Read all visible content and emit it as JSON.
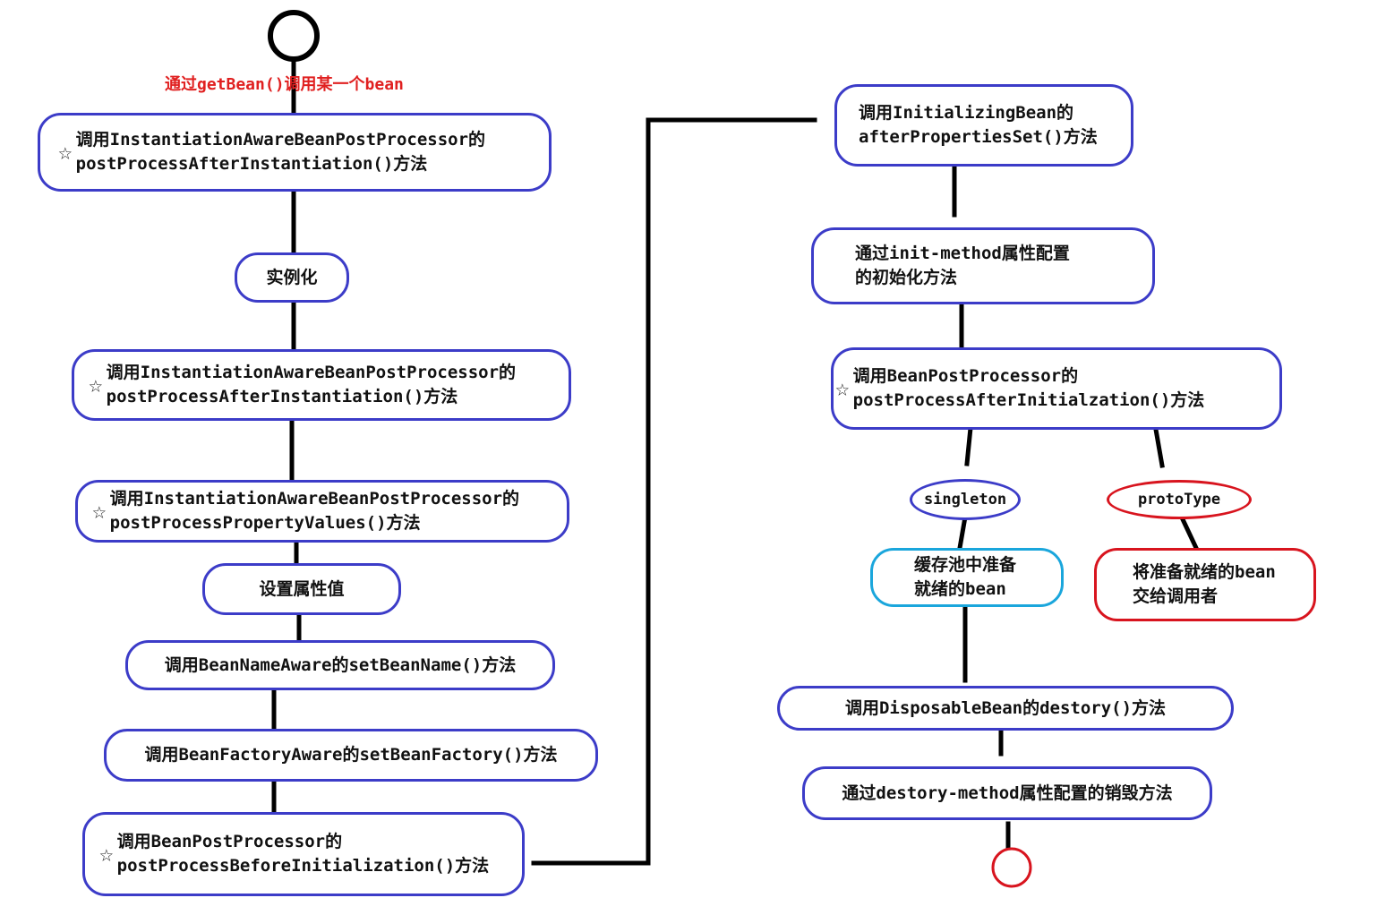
{
  "start_caption": "通过getBean()调用某一个bean",
  "left_column": [
    {
      "star": "☆",
      "line1": "调用InstantiationAwareBeanPostProcessor的",
      "line2": "postProcessAfterInstantiation()方法"
    },
    {
      "line1": "实例化"
    },
    {
      "star": "☆",
      "line1": "调用InstantiationAwareBeanPostProcessor的",
      "line2": "postProcessAfterInstantiation()方法"
    },
    {
      "star": "☆",
      "line1": "调用InstantiationAwareBeanPostProcessor的",
      "line2": "postProcessPropertyValues()方法"
    },
    {
      "line1": "设置属性值"
    },
    {
      "line1": "调用BeanNameAware的setBeanName()方法"
    },
    {
      "line1": "调用BeanFactoryAware的setBeanFactory()方法"
    },
    {
      "star": "☆",
      "line1": "调用BeanPostProcessor的",
      "line2": "postProcessBeforeInitialization()方法"
    }
  ],
  "right_column": [
    {
      "line1": "调用InitializingBean的",
      "line2": "afterPropertiesSet()方法"
    },
    {
      "line1": "通过init-method属性配置",
      "line2": "的初始化方法"
    },
    {
      "star": "☆",
      "line1": "调用BeanPostProcessor的",
      "line2": "postProcessAfterInitialzation()方法"
    }
  ],
  "branches": {
    "singleton": {
      "label": "singleton",
      "line1": "缓存池中准备",
      "line2": "就绪的bean"
    },
    "prototype": {
      "label": "protoType",
      "line1": "将准备就绪的bean",
      "line2": "交给调用者"
    }
  },
  "end_column": [
    {
      "line1": "调用DisposableBean的destory()方法"
    },
    {
      "line1": "通过destory-method属性配置的销毁方法"
    }
  ],
  "colors": {
    "node_border": "#3c3cc8",
    "singleton_box": "#1aa6dc",
    "prototype": "#d8141e",
    "caption": "#e02020",
    "connector": "#000000"
  }
}
